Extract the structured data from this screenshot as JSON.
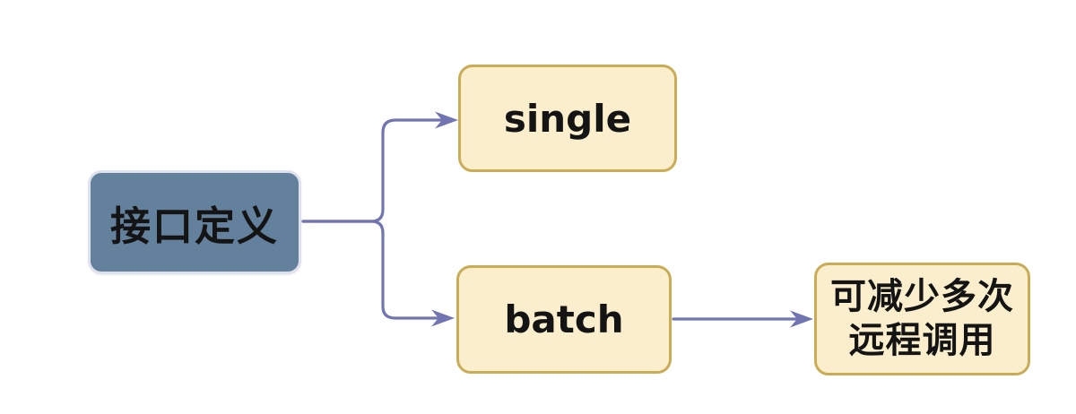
{
  "nodes": {
    "root": {
      "label": "接口定义"
    },
    "single": {
      "label": "single"
    },
    "batch": {
      "label": "batch"
    },
    "benefit": {
      "lines": [
        "可减少多次",
        "远程调用"
      ]
    }
  },
  "colors": {
    "background": "#ffffff",
    "root_fill": "#63809d",
    "root_border": "#dfe2ec",
    "leaf_fill": "#faeecd",
    "leaf_border": "#c9ac55",
    "connector": "#7175b1",
    "text": "#141414"
  }
}
